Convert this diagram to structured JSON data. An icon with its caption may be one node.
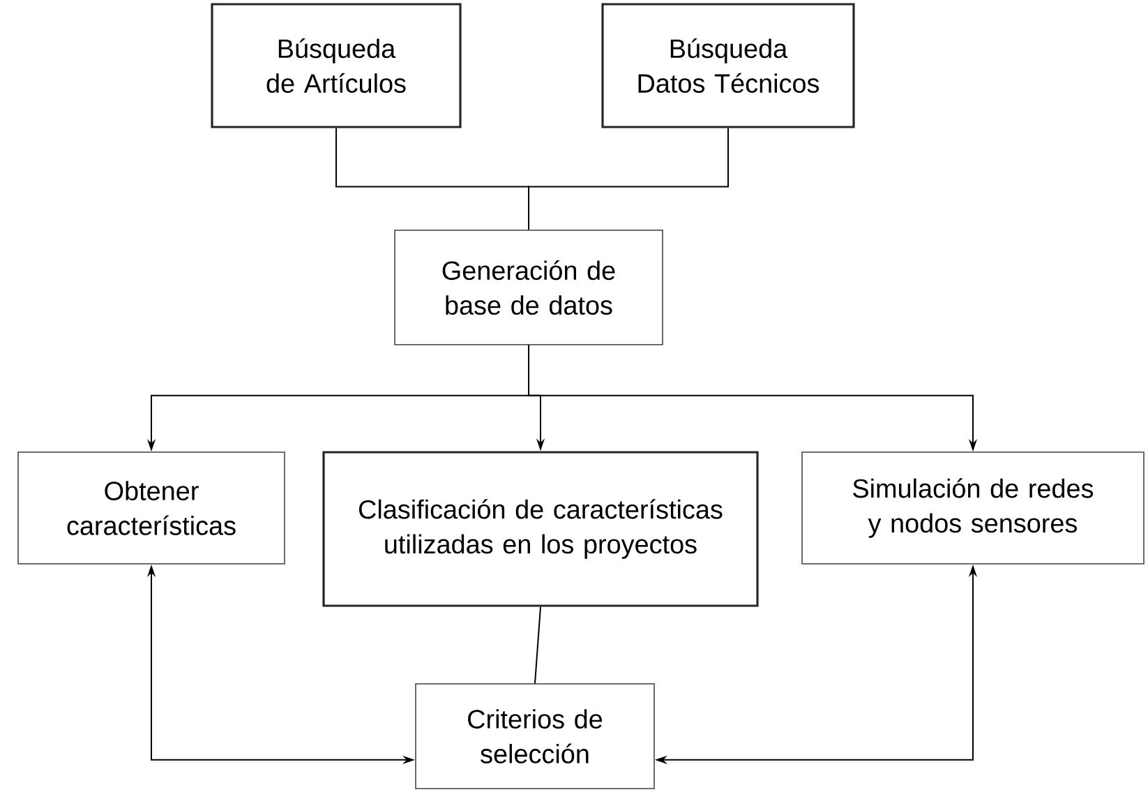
{
  "diagram": {
    "nodes": [
      {
        "text": [
          "Búsqueda de Artículos"
        ]
      },
      {
        "text": [
          "Búsqueda Datos Técnicos"
        ]
      },
      {
        "text": [
          "Generación de base de datos"
        ]
      },
      {
        "text": [
          "Obtener características"
        ]
      },
      {
        "text": [
          "Clasificación de características utilizadas en los proyectos"
        ]
      },
      {
        "text": [
          "Simulación de redes y nodos sensores"
        ]
      },
      {
        "text": [
          "Criterios de selección"
        ]
      }
    ],
    "edges": [
      {
        "from": 0,
        "to": 2,
        "arrow": "none"
      },
      {
        "from": 1,
        "to": 2,
        "arrow": "none"
      },
      {
        "from": 2,
        "to": 3,
        "arrow": "to"
      },
      {
        "from": 2,
        "to": 4,
        "arrow": "to"
      },
      {
        "from": 2,
        "to": 5,
        "arrow": "to"
      },
      {
        "from": 4,
        "to": 6,
        "arrow": "none"
      },
      {
        "from": 3,
        "to": 6,
        "arrow": "both"
      },
      {
        "from": 5,
        "to": 6,
        "arrow": "both"
      }
    ]
  }
}
